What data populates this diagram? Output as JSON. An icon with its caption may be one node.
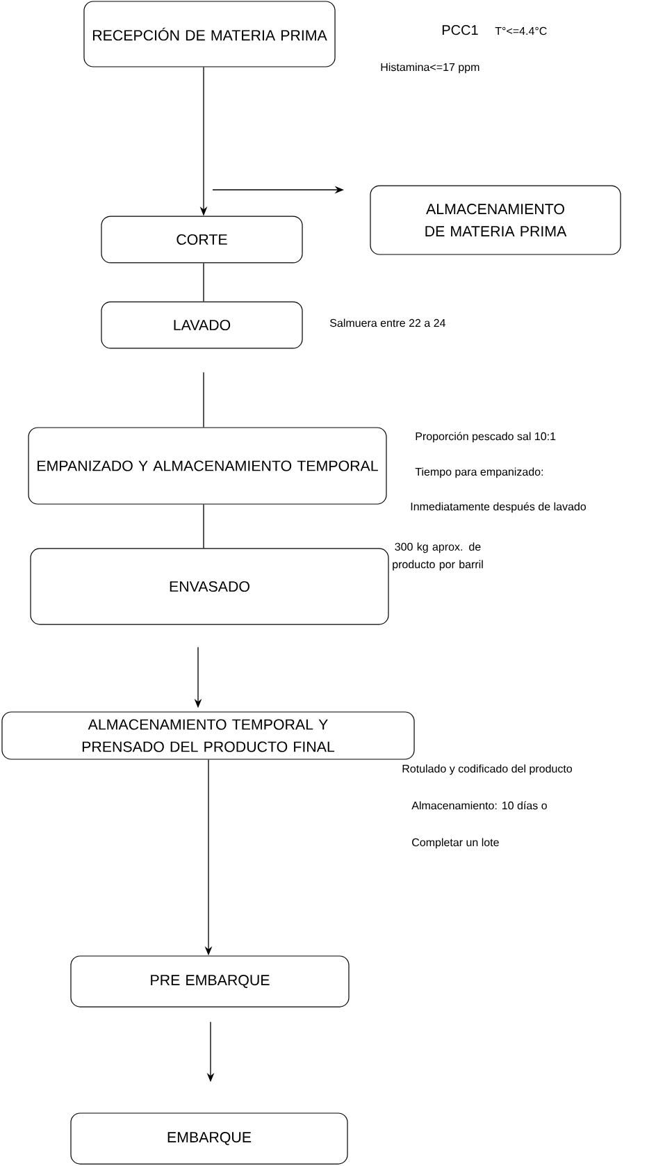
{
  "diagram": {
    "nodes": [
      {
        "text": [
          "RECEPCIÓN DE MATERIA PRIMA"
        ]
      },
      {
        "text": [
          "CORTE"
        ]
      },
      {
        "text": [
          "ALMACENAMIENTO DE MATERIA PRIMA"
        ]
      },
      {
        "text": [
          "LAVADO"
        ]
      },
      {
        "text": [
          "EMPANIZADO Y ALMACENAMIENTO TEMPORAL"
        ]
      },
      {
        "text": [
          "ENVASADO"
        ]
      },
      {
        "text": [
          "ALMACENAMIENTO TEMPORAL Y PRENSADO DEL PRODUCTO FINAL"
        ]
      },
      {
        "text": [
          "PRE EMBARQUE"
        ]
      },
      {
        "text": [
          "EMBARQUE"
        ]
      }
    ],
    "edges": [
      {
        "from": 0,
        "to": 1,
        "arrow": "to"
      },
      {
        "from": null,
        "to": 2,
        "arrow": "to"
      },
      {
        "from": 1,
        "to": 3,
        "arrow": "none"
      },
      {
        "from": 3,
        "to": 4,
        "arrow": "none"
      },
      {
        "from": 4,
        "to": 5,
        "arrow": "none"
      },
      {
        "from": 5,
        "to": 6,
        "arrow": "to"
      },
      {
        "from": 6,
        "to": 7,
        "arrow": "to"
      },
      {
        "from": 7,
        "to": 8,
        "arrow": "to"
      }
    ],
    "labels": [
      "PCC1",
      "T°<=4.4°C",
      "Histamina<=17 ppm",
      "Salmuera entre 22 a 24",
      "Proporción pescado sal 10:1",
      "Tiempo para empanizado:",
      "Inmediatamente después de lavado",
      "300 kg aprox. de producto por barril",
      "Rotulado y codificado del producto",
      "Almacenamiento: 10 días o",
      "Completar un lote"
    ]
  }
}
